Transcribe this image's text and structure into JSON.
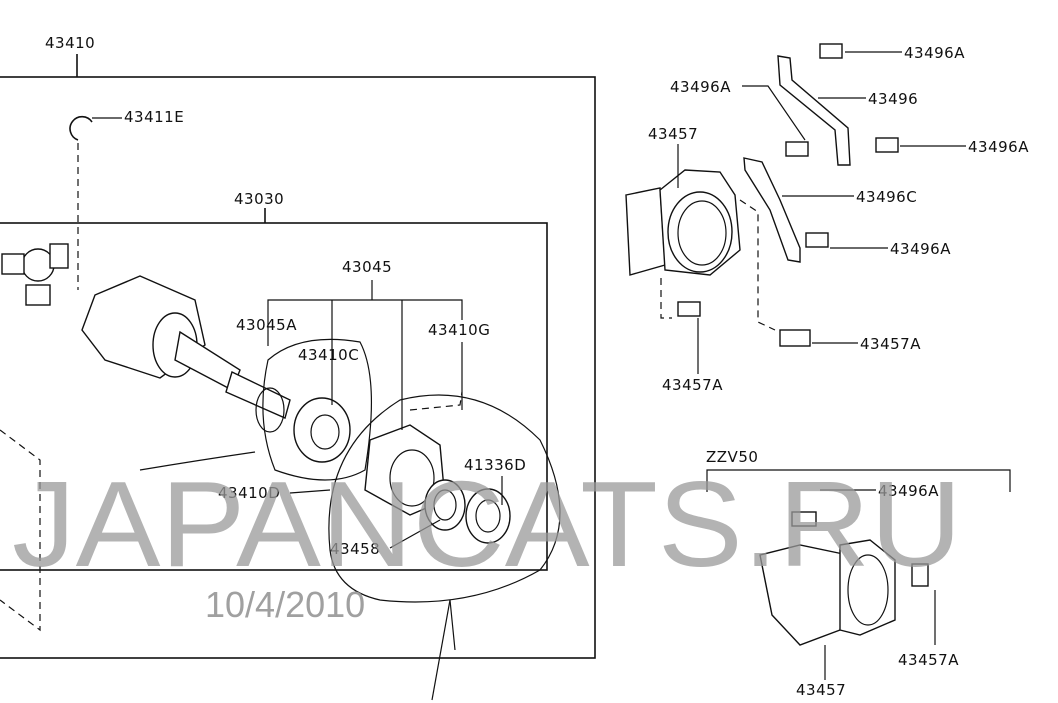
{
  "main_assembly": {
    "outer_label": "43410",
    "snap_ring": "43411E",
    "inner_label": "43030",
    "bearing_kit": "43045",
    "kit_parts": [
      "43045A",
      "43410C",
      "43410G"
    ],
    "seal": "41336D",
    "clip": "43410D",
    "dust_seal": "43458"
  },
  "bracket_group": {
    "bolt_top": "43496A",
    "bolt_left": "43496A",
    "stay": "43496",
    "bearing_bracket": "43457",
    "bolt_right": "43496A",
    "stay_c": "43496C",
    "bolt_mid": "43496A",
    "bracket_bolt_right": "43457A",
    "bracket_bolt_left": "43457A"
  },
  "variant_group": {
    "model": "ZZV50",
    "bolt": "43496A",
    "bracket_bolt": "43457A",
    "bracket": "43457"
  },
  "watermark": "JAPANCATS.RU",
  "date": "10/4/2010"
}
